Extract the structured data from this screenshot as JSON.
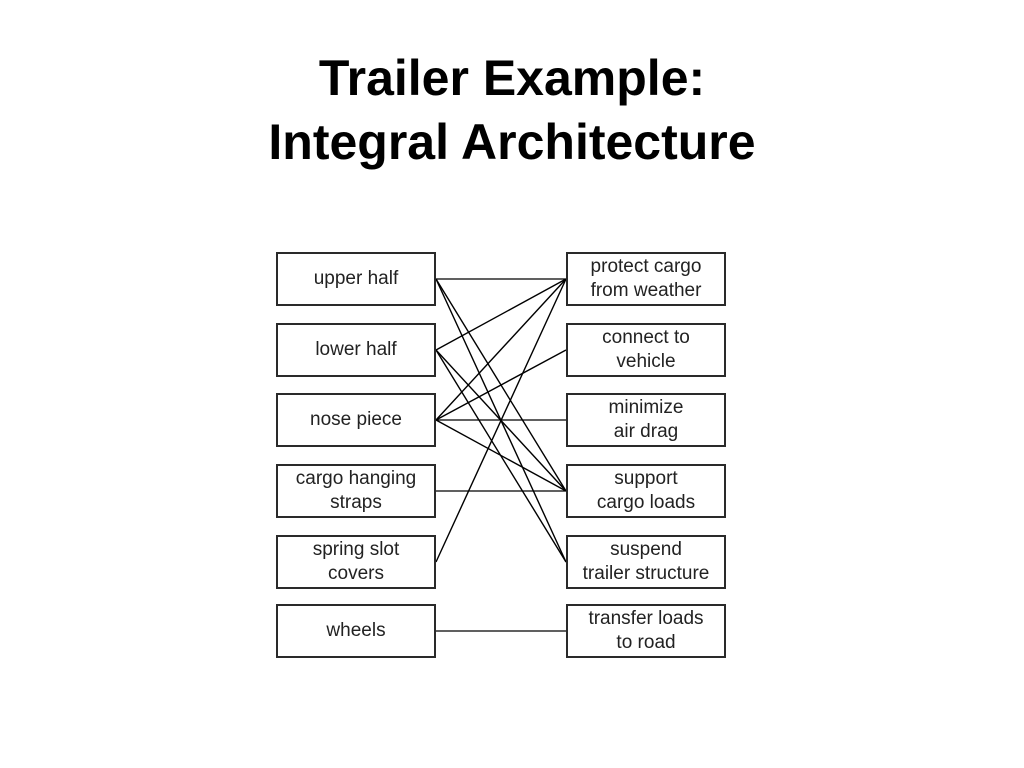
{
  "title": {
    "line1": "Trailer Example:",
    "line2": "Integral Architecture"
  },
  "diagram": {
    "components": [
      "upper half",
      "lower half",
      "nose piece",
      "cargo hanging\nstraps",
      "spring slot\ncovers",
      "wheels"
    ],
    "functions": [
      "protect cargo\nfrom weather",
      "connect to\nvehicle",
      "minimize\nair drag",
      "support\ncargo loads",
      "suspend\ntrailer structure",
      "transfer loads\nto road"
    ],
    "links": [
      {
        "from": "upper half",
        "to": "protect cargo from weather"
      },
      {
        "from": "upper half",
        "to": "support cargo loads"
      },
      {
        "from": "upper half",
        "to": "suspend trailer structure"
      },
      {
        "from": "lower half",
        "to": "protect cargo from weather"
      },
      {
        "from": "lower half",
        "to": "support cargo loads"
      },
      {
        "from": "lower half",
        "to": "suspend trailer structure"
      },
      {
        "from": "nose piece",
        "to": "protect cargo from weather"
      },
      {
        "from": "nose piece",
        "to": "connect to vehicle"
      },
      {
        "from": "nose piece",
        "to": "minimize air drag"
      },
      {
        "from": "nose piece",
        "to": "support cargo loads"
      },
      {
        "from": "cargo hanging straps",
        "to": "support cargo loads"
      },
      {
        "from": "spring slot covers",
        "to": "protect cargo from weather"
      },
      {
        "from": "wheels",
        "to": "transfer loads to road"
      }
    ],
    "line_color": "#000000"
  }
}
